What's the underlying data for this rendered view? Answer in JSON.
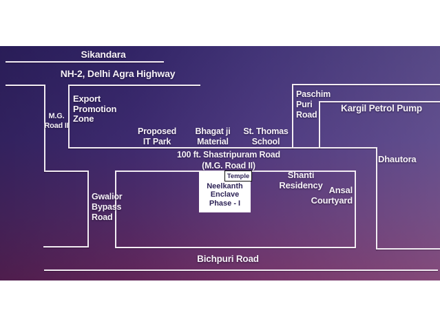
{
  "labels": {
    "sikandara": "Sikandara",
    "nh2": "NH-2, Delhi Agra Highway",
    "mg_road": [
      "M.G.",
      "Road II"
    ],
    "export_promotion_zone": [
      "Export",
      "Promotion",
      "Zone"
    ],
    "proposed_it_park": [
      "Proposed",
      "IT Park"
    ],
    "bhagat_ji_material": [
      "Bhagat ji",
      "Material"
    ],
    "st_thomas_school": [
      "St. Thomas",
      "School"
    ],
    "paschim_puri_road": [
      "Paschim",
      "Puri",
      "Road"
    ],
    "kargil_petrol_pump": "Kargil Petrol Pump",
    "shastripuram_road": [
      "100 ft. Shastripuram Road",
      "(M.G. Road II)"
    ],
    "dhautora": "Dhautora",
    "gwalior_bypass_road": [
      "Gwalior",
      "Bypass",
      "Road"
    ],
    "shanti_residency": [
      "Shanti",
      "Residency"
    ],
    "ansal_courtyard": [
      "Ansal",
      "Courtyard"
    ],
    "temple": "Temple",
    "neelkanth_enclave": [
      "Neelkanth",
      "Enclave",
      "Phase - I"
    ],
    "bichpuri_road": "Bichpuri Road"
  },
  "colors": {
    "page_background": "#ffffff",
    "map_gradient_top": "#37296f",
    "map_gradient_bottom": "#6d2a60",
    "road_line": "#f4eef5",
    "label_text": "#f7f2f8",
    "highlight_box_background": "#ffffff",
    "highlight_box_text": "#2d2356",
    "temple_box_border": "#0d0d0d"
  }
}
